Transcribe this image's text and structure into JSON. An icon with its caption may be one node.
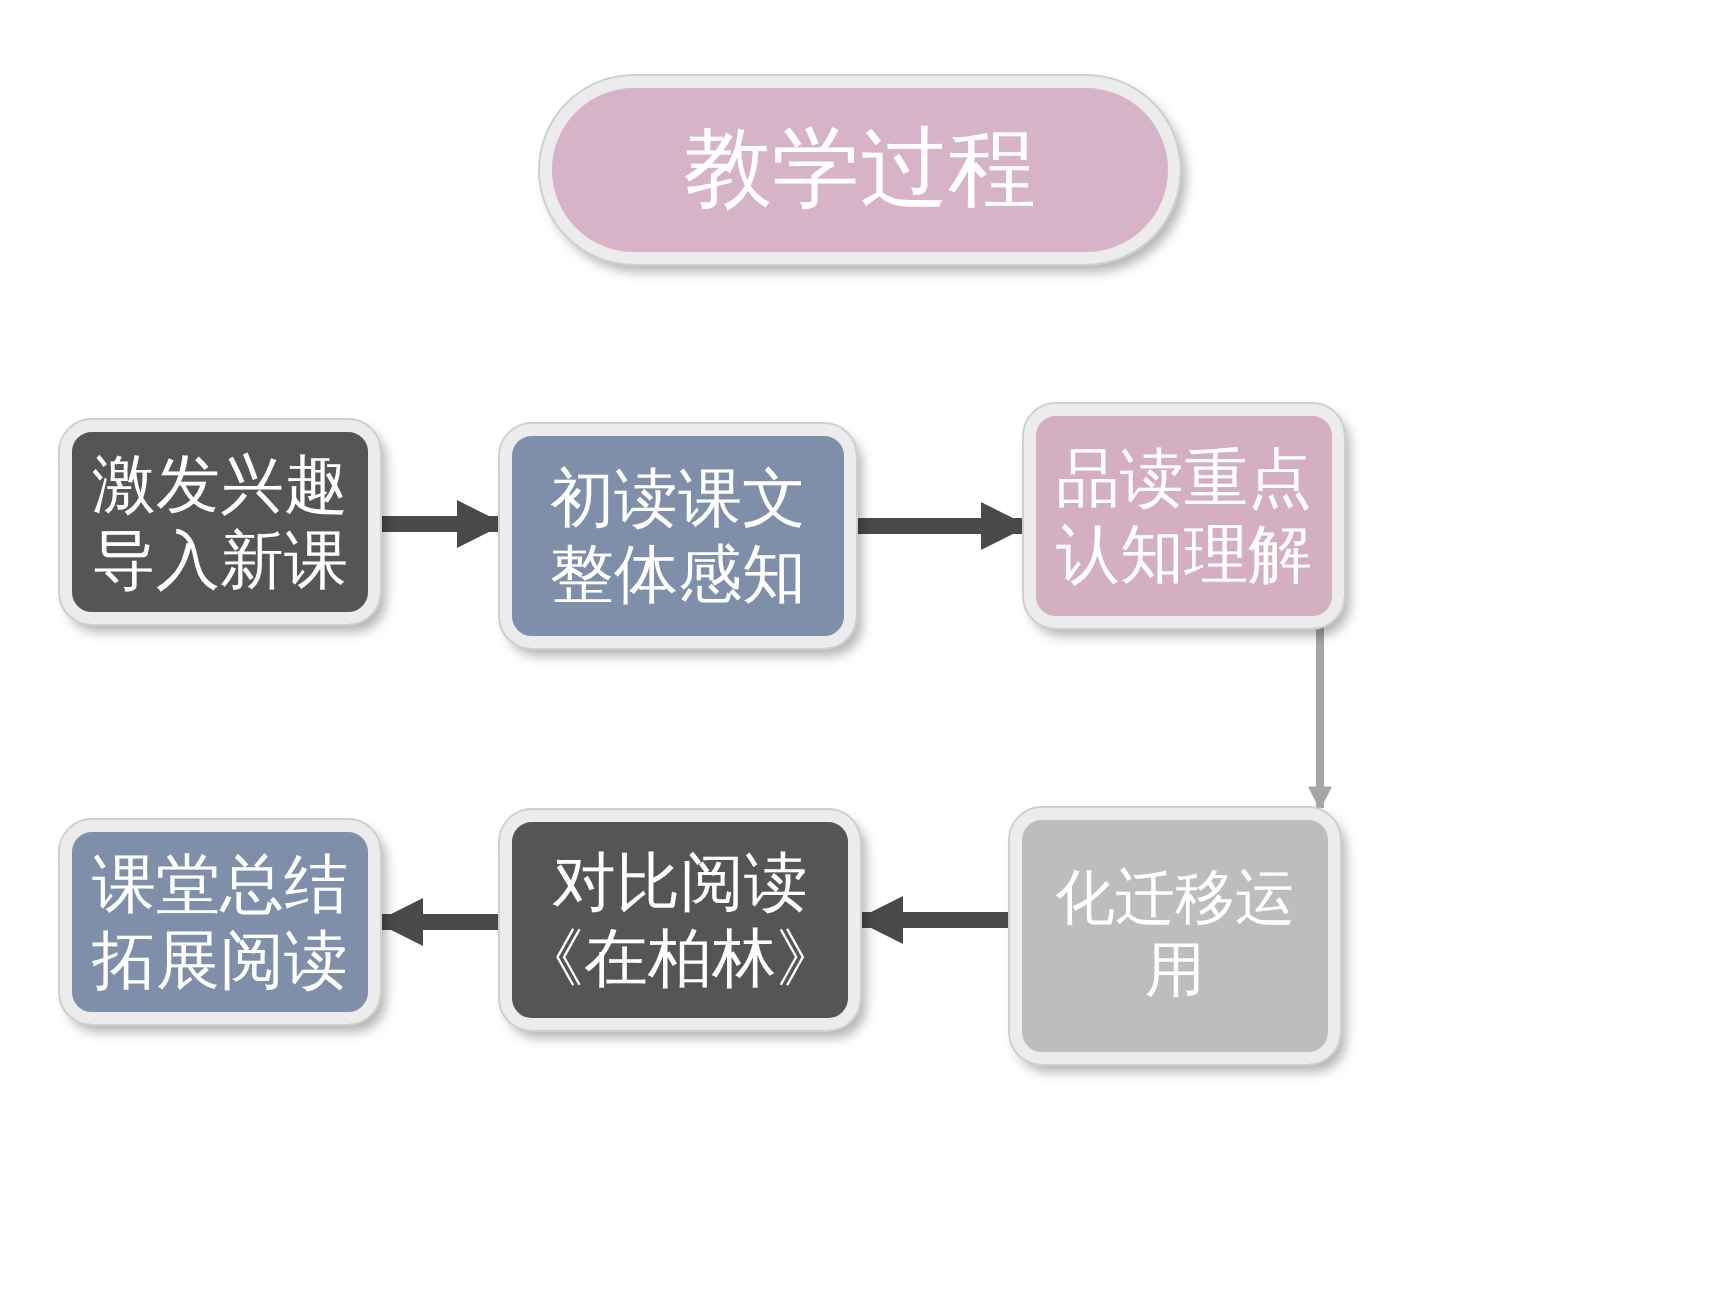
{
  "diagram": {
    "nodes": [
      {
        "text": [
          "教学过程"
        ]
      },
      {
        "text": [
          "激发兴趣导入新课"
        ]
      },
      {
        "text": [
          "初读课文整体感知"
        ]
      },
      {
        "text": [
          "品读重点认知理解"
        ]
      },
      {
        "text": [
          "化迁移运用"
        ]
      },
      {
        "text": [
          "对比阅读《在柏林》"
        ]
      },
      {
        "text": [
          "课堂总结拓展阅读"
        ]
      }
    ],
    "edges": [
      {
        "from": 1,
        "to": 2,
        "arrow": "to"
      },
      {
        "from": 2,
        "to": 3,
        "arrow": "to"
      },
      {
        "from": 3,
        "to": 4,
        "arrow": "to",
        "color": "#a6a6a6"
      },
      {
        "from": 4,
        "to": 5,
        "arrow": "to"
      },
      {
        "from": 5,
        "to": 6,
        "arrow": "to"
      }
    ]
  }
}
